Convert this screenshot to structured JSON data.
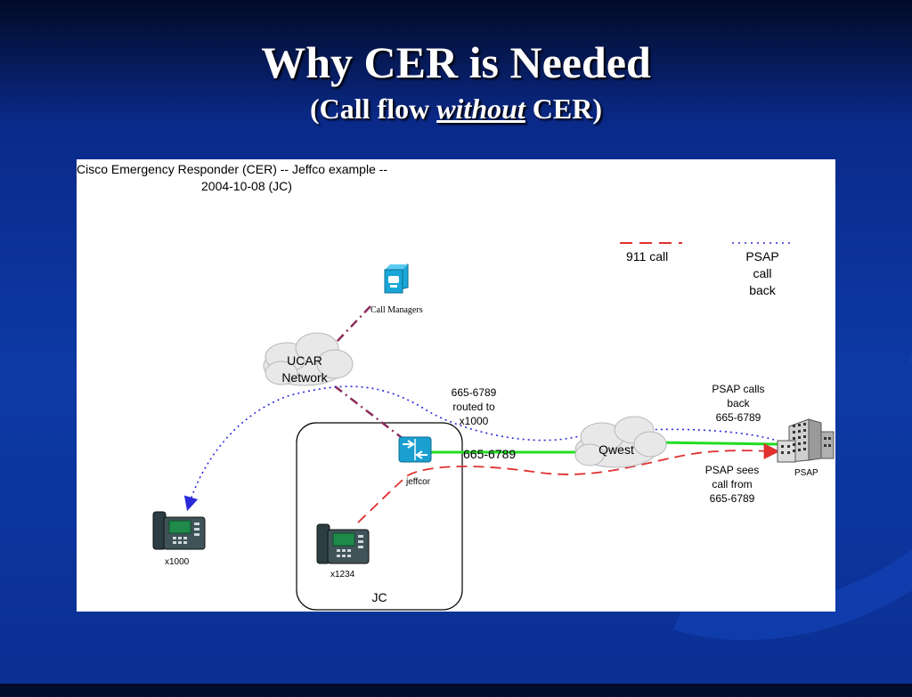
{
  "slide": {
    "title": "Why CER is Needed",
    "subtitle_pre": "(Call flow ",
    "subtitle_em": "without",
    "subtitle_post": " CER)"
  },
  "diagram": {
    "header_line1": "Cisco Emergency Responder (CER) -- Jeffco example --",
    "header_line2": "2004-10-08 (JC)",
    "legend": {
      "call_911": "911 call",
      "psap_callback_1": "PSAP",
      "psap_callback_2": "call",
      "psap_callback_3": "back"
    },
    "nodes": {
      "call_managers": "Call Managers",
      "ucar_1": "UCAR",
      "ucar_2": "Network",
      "jeffcor": "jeffcor",
      "qwest": "Qwest",
      "psap": "PSAP",
      "phone_x1000": "x1000",
      "phone_x1234": "x1234",
      "site_jc": "JC"
    },
    "annotations": {
      "routed_1": "665-6789",
      "routed_2": "routed to",
      "routed_3": "x1000",
      "trunk_number": "665-6789",
      "psap_calls_1": "PSAP calls",
      "psap_calls_2": "back",
      "psap_calls_3": "665-6789",
      "psap_sees_1": "PSAP sees",
      "psap_sees_2": "call from",
      "psap_sees_3": "665-6789"
    },
    "colors": {
      "call_911": "#e03030",
      "callback": "#2a2ad8",
      "trunk": "#22dd22",
      "cm_link": "#8a2c5a",
      "router": "#1a9fd0"
    }
  }
}
